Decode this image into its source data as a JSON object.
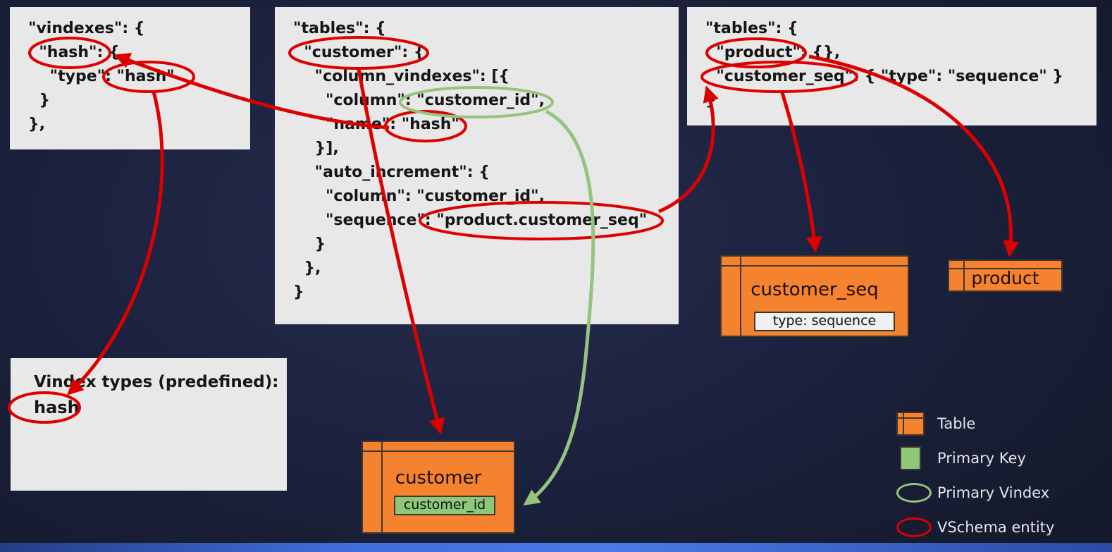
{
  "colors": {
    "vschema_red": "#dd0000",
    "primary_green": "#94c47e",
    "table_orange": "#f5822f",
    "panel_gray": "#e8e8e8"
  },
  "panel_vindexes": {
    "lines": [
      "\"vindexes\": {",
      "  \"hash\": {",
      "    \"type\": \"hash\"",
      "  }",
      "},"
    ]
  },
  "panel_tables_customer": {
    "lines": [
      "\"tables\": {",
      "  \"customer\": {",
      "    \"column_vindexes\": [{",
      "      \"column\": \"customer_id\",",
      "      \"name\": \"hash\"",
      "    }],",
      "    \"auto_increment\": {",
      "      \"column\": \"customer_id\",",
      "      \"sequence\": \"product.customer_seq\"",
      "    }",
      "  },",
      "}"
    ]
  },
  "panel_tables_product": {
    "lines": [
      "\"tables\": {",
      "  \"product\": {},",
      "  \"customer_seq\": { \"type\": \"sequence\" }",
      "}"
    ]
  },
  "panel_vindex_types": {
    "title": "Vindex types (predefined):",
    "type_name": "hash"
  },
  "tables": {
    "customer_seq": {
      "title": "customer_seq",
      "field": "type: sequence"
    },
    "product": {
      "title": "product"
    },
    "customer": {
      "title": "customer",
      "field": "customer_id"
    }
  },
  "legend": {
    "table": "Table",
    "primary_key": "Primary Key",
    "primary_vindex": "Primary Vindex",
    "vschema_entity": "VSchema entity"
  }
}
